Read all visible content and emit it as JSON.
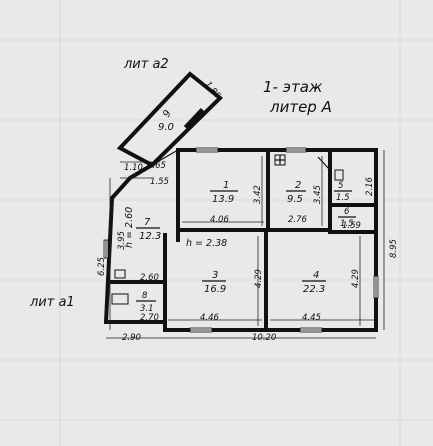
{
  "header": {
    "floor": "1- этаж",
    "liter": "литер А",
    "lit_a2": "лит а2",
    "lit_a1": "лит а1"
  },
  "rooms": [
    {
      "id": "1",
      "area": "13.9"
    },
    {
      "id": "2",
      "area": "9.5"
    },
    {
      "id": "3",
      "area": "16.9"
    },
    {
      "id": "4",
      "area": "22.3"
    },
    {
      "id": "5",
      "area": "1.5"
    },
    {
      "id": "6",
      "area": "1.5"
    },
    {
      "id": "7",
      "area": "12.3"
    },
    {
      "id": "8",
      "area": "3.1"
    },
    {
      "id": "9",
      "area": "9.0"
    }
  ],
  "heights": {
    "main": "h = 2.38",
    "annex": "h = 2.60"
  },
  "dimensions": {
    "d_185": "1.85",
    "d_110": "1.10",
    "d_165": "1.65",
    "d_155": "1.55",
    "d_342": "3.42",
    "d_345": "3.45",
    "d_216": "2.16",
    "d_406": "4.06",
    "d_276": "2.76",
    "d_159": "1.59",
    "d_895": "8.95",
    "d_395": "3.95",
    "d_625": "6.25",
    "d_429a": "4.29",
    "d_429b": "4.29",
    "d_260": "2.60",
    "d_270": "2.70",
    "d_446": "4.46",
    "d_445": "4.45",
    "d_290": "2.90",
    "d_1020": "10.20"
  }
}
